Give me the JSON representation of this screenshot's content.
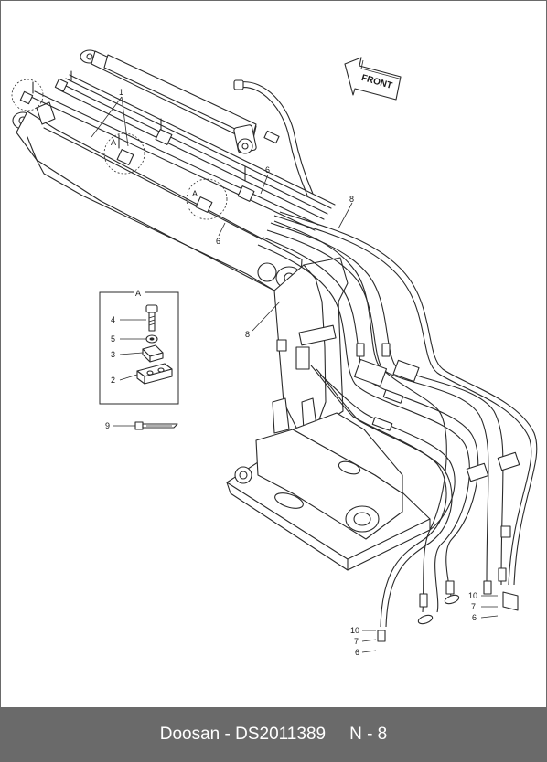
{
  "front_arrow_label": "FRONT",
  "detail_box_label": "A",
  "detail_view_callouts": [
    "A",
    "A"
  ],
  "callouts": {
    "c1": "1",
    "c2": "2",
    "c3": "3",
    "c4": "4",
    "c5": "5",
    "c6a": "6",
    "c6b": "6",
    "c6c": "6",
    "c6d": "6",
    "c7a": "7",
    "c7b": "7",
    "c8a": "8",
    "c8b": "8",
    "c9": "9",
    "c10a": "10",
    "c10b": "10"
  },
  "footer": {
    "brand": "Doosan",
    "dash": "-",
    "part_number": "DS2011389",
    "page": "N - 8"
  }
}
